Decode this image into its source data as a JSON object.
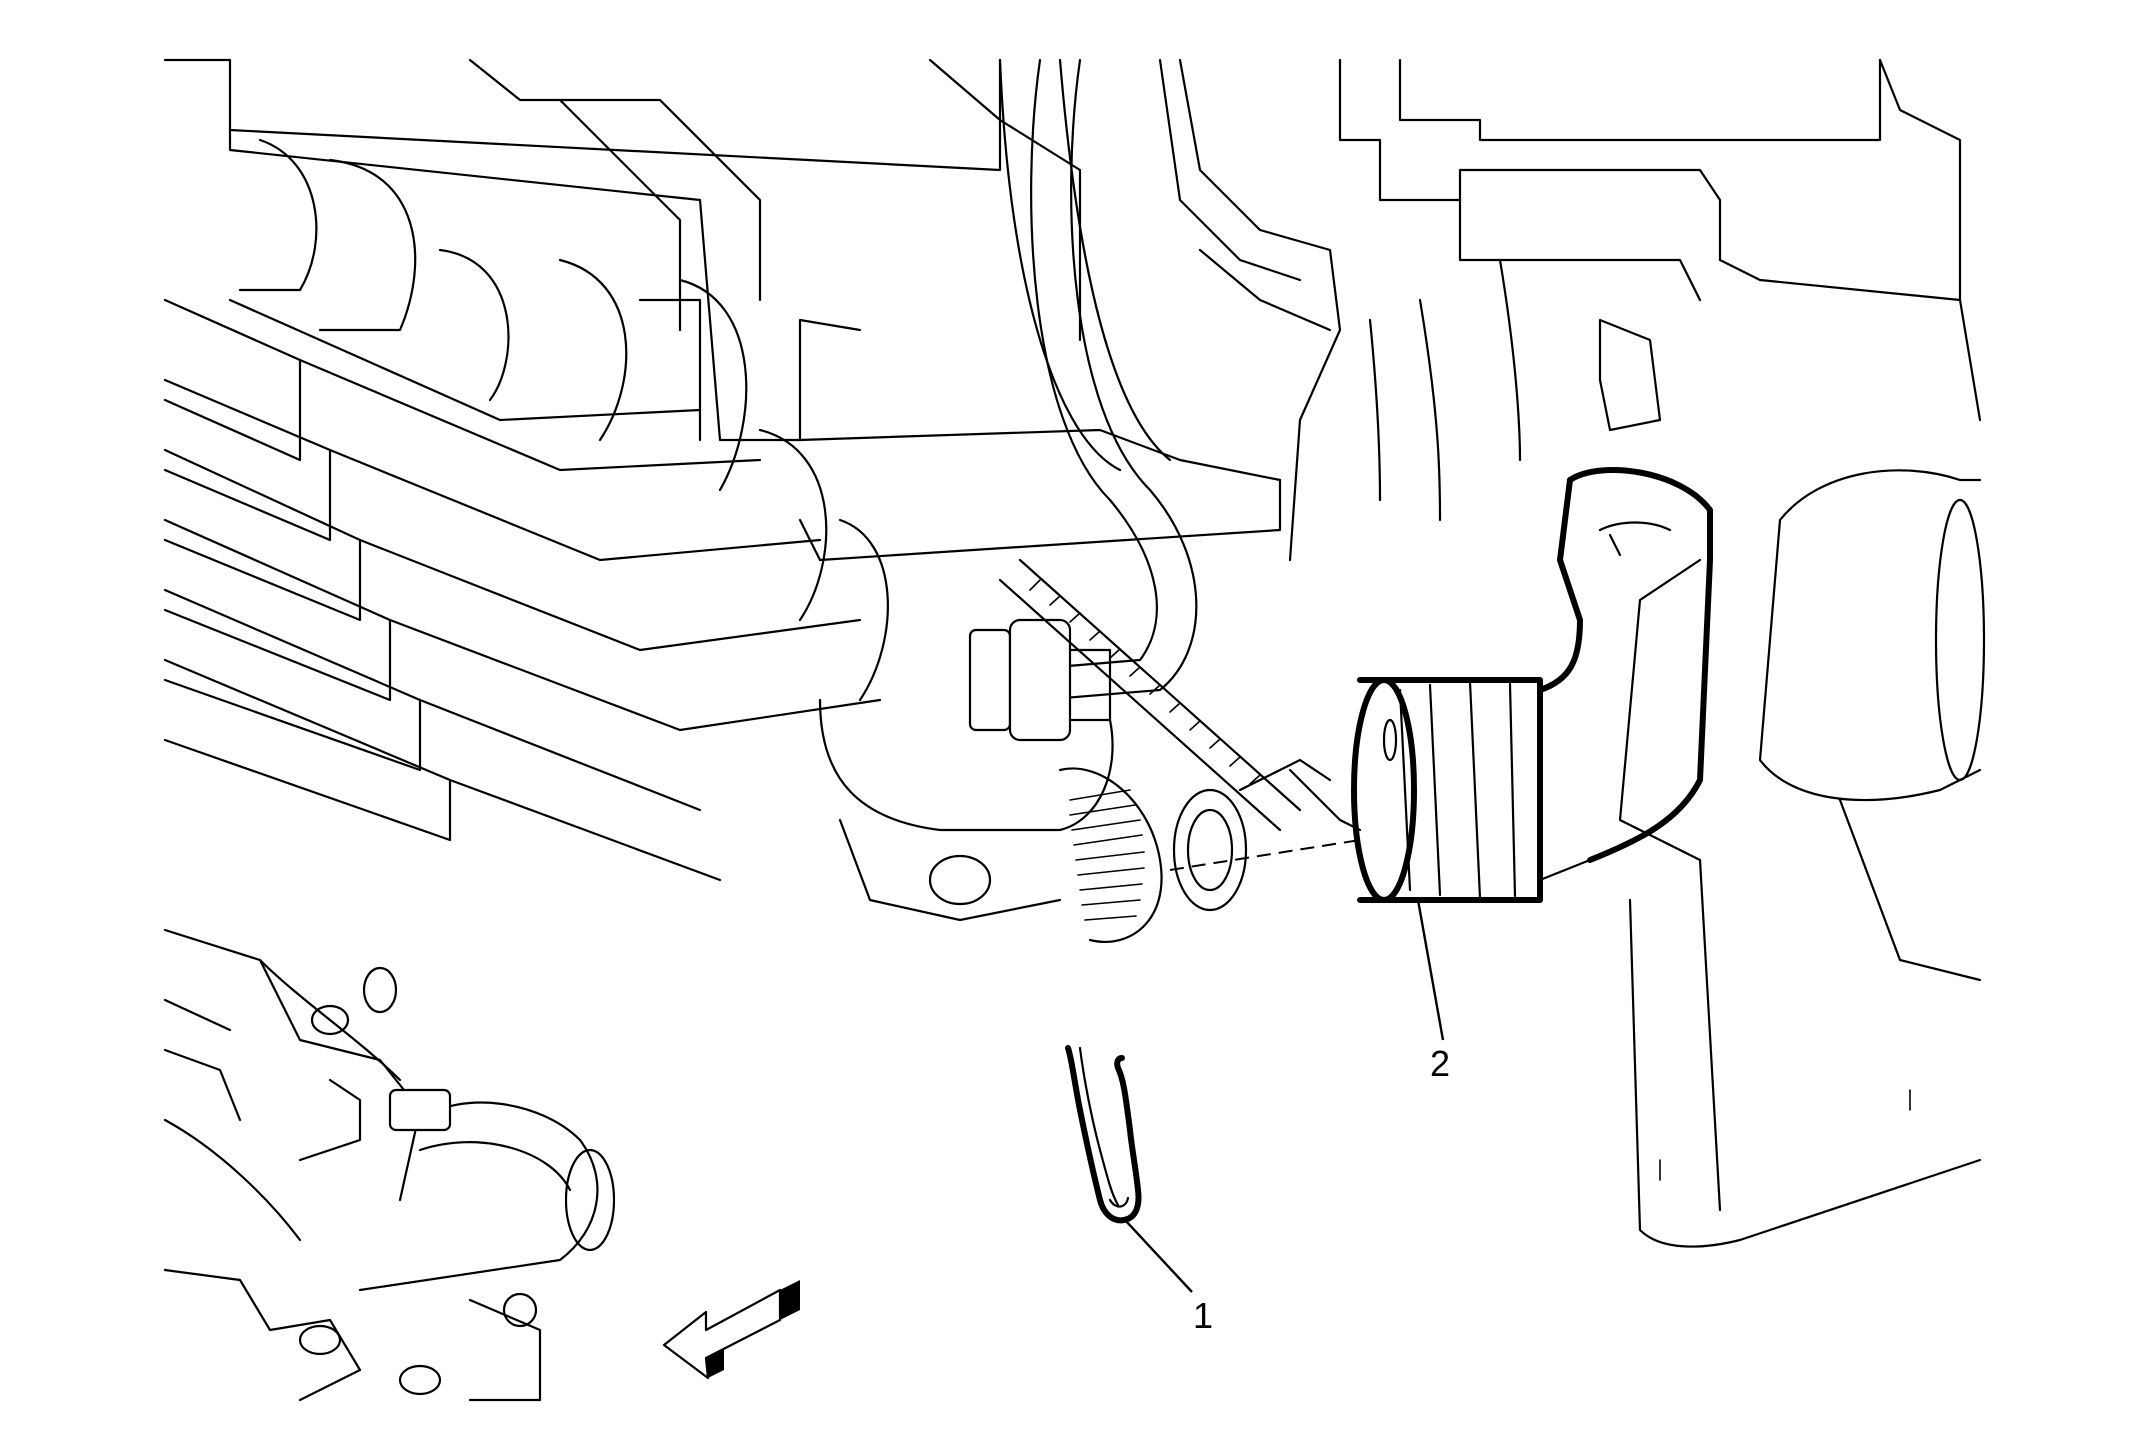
{
  "diagram": {
    "callouts": [
      {
        "id": "1",
        "label": "1",
        "part": "retaining-clip"
      },
      {
        "id": "2",
        "label": "2",
        "part": "hose-connector"
      }
    ],
    "direction_arrow": {
      "icon": "front-direction-arrow-icon"
    },
    "colors": {
      "line": "#000000",
      "background": "#ffffff"
    }
  }
}
